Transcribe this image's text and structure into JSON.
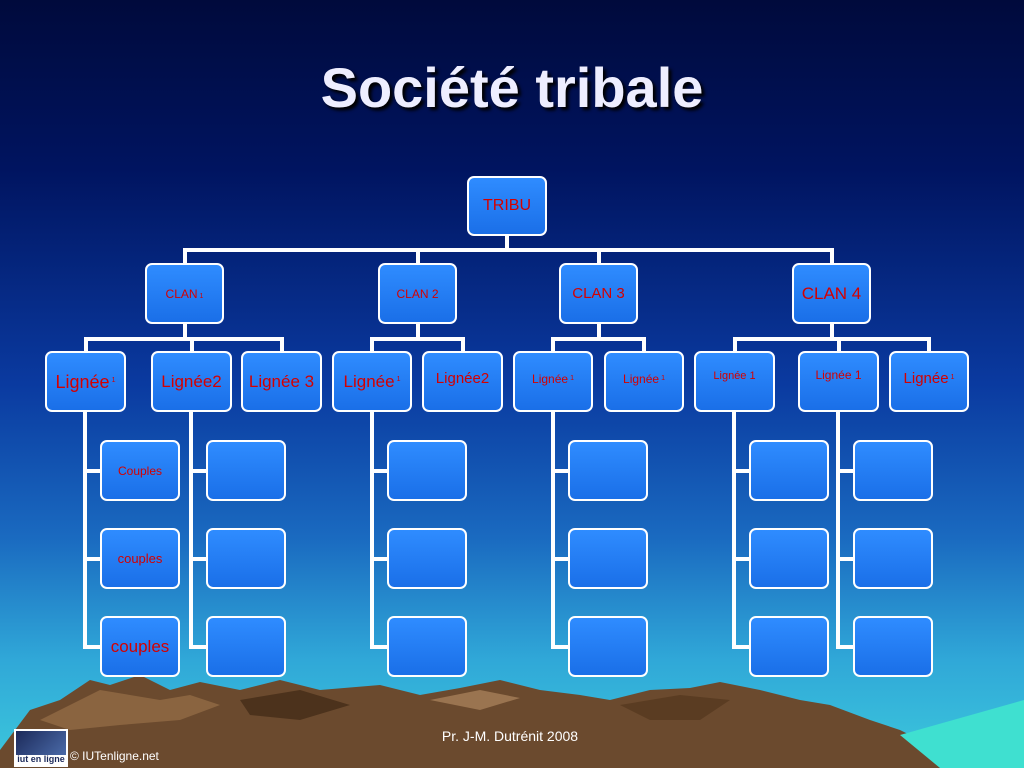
{
  "slide": {
    "title": "Société tribale",
    "footer": {
      "author": "Pr.  J-M. Dutrénit  2008",
      "copyright": "© IUTenligne.net",
      "logo_text": "iut en ligne"
    }
  },
  "diagram": {
    "root": "TRIBU",
    "clans": [
      {
        "label": "CLAN",
        "sub": "1",
        "lineages": [
          {
            "label": "Lignée ",
            "sub": "1",
            "children": [
              "Couples",
              "couples",
              "couples"
            ]
          },
          {
            "label": "Lignée2",
            "sub": "",
            "children": [
              "",
              "",
              ""
            ]
          },
          {
            "label": "Lignée 3",
            "sub": "",
            "children": []
          }
        ]
      },
      {
        "label": "CLAN 2",
        "sub": "",
        "lineages": [
          {
            "label": "Lignée",
            "sub": "1",
            "children": [
              "",
              "",
              ""
            ]
          },
          {
            "label": "Lignée2",
            "sub": "",
            "children": []
          }
        ]
      },
      {
        "label": "CLAN 3",
        "sub": "",
        "lineages": [
          {
            "label": "Lignée ",
            "sub": "1",
            "children": [
              "",
              "",
              ""
            ]
          },
          {
            "label": "Lignée ",
            "sub": "1",
            "children": []
          }
        ]
      },
      {
        "label": "CLAN 4",
        "sub": "",
        "lineages": [
          {
            "label": "Lignée 1",
            "sub": "",
            "children": [
              "",
              "",
              ""
            ]
          },
          {
            "label": "Lignée 1",
            "sub": "",
            "children": [
              "",
              "",
              ""
            ]
          },
          {
            "label": "Lignée",
            "sub": "1",
            "children": []
          }
        ]
      }
    ]
  },
  "colors": {
    "box": "#1f7bf2",
    "box_border": "#ffffff",
    "text": "#d40000",
    "title": "#eeeeff"
  }
}
